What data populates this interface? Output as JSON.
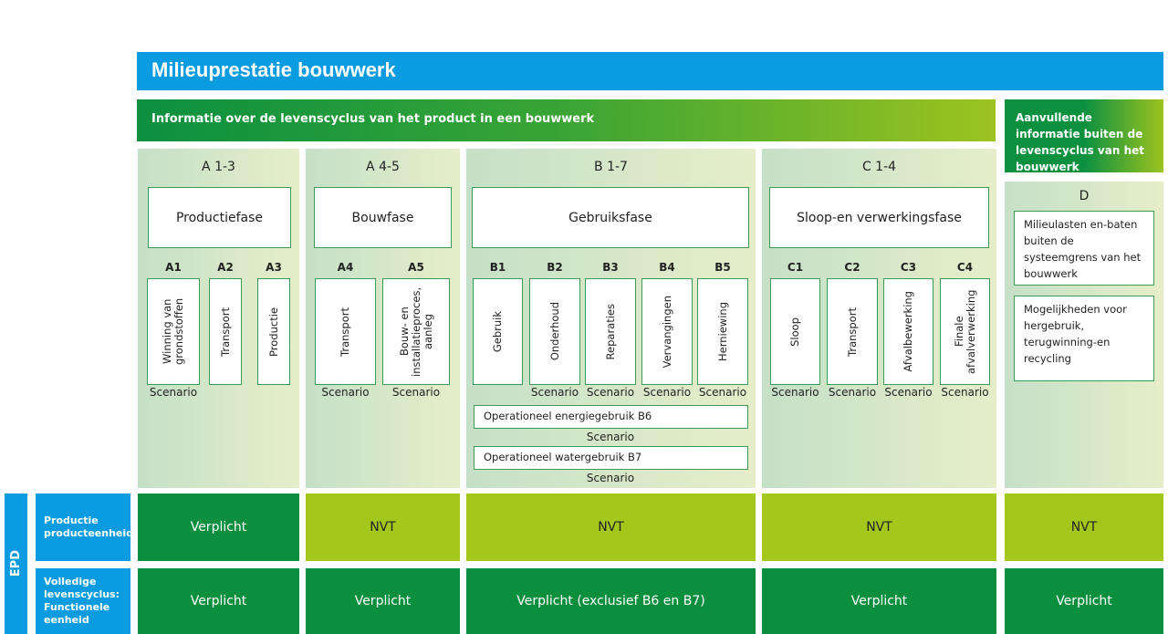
{
  "title": "Milieuprestatie bouwwerk",
  "header": "Informatie over de levenscyclus van het product in een bouwwerk",
  "header_extra": "Aanvullende informatie buiten de levenscyclus van het bouwwerk",
  "scenario": "Scenario",
  "groups": [
    {
      "code": "A 1-3",
      "phase": "Productiefase",
      "modules": [
        {
          "code": "A1",
          "label": "Winning van grondstoffen"
        },
        {
          "code": "A2",
          "label": "Transport"
        },
        {
          "code": "A3",
          "label": "Productie"
        }
      ]
    },
    {
      "code": "A 4-5",
      "phase": "Bouwfase",
      "modules": [
        {
          "code": "A4",
          "label": "Transport"
        },
        {
          "code": "A5",
          "label": "Bouw- en installatieproces, aanleg"
        }
      ]
    },
    {
      "code": "B 1-7",
      "phase": "Gebruiksfase",
      "modules": [
        {
          "code": "B1",
          "label": "Gebruik"
        },
        {
          "code": "B2",
          "label": "Onderhoud"
        },
        {
          "code": "B3",
          "label": "Reparaties"
        },
        {
          "code": "B4",
          "label": "Vervangingen"
        },
        {
          "code": "B5",
          "label": "Herniewing"
        }
      ],
      "b6": "Operationeel energiegebruik B6",
      "b7": "Operationeel watergebruik B7"
    },
    {
      "code": "C 1-4",
      "phase": "Sloop-en verwerkingsfase",
      "modules": [
        {
          "code": "C1",
          "label": "Sloop"
        },
        {
          "code": "C2",
          "label": "Transport"
        },
        {
          "code": "C3",
          "label": "Afvalbewerking"
        },
        {
          "code": "C4",
          "label": "Finale afvalverwerking"
        }
      ]
    },
    {
      "code": "D",
      "items": [
        "Milieulasten en-baten buiten de systeemgrens van het bouwwerk",
        "Mogelijkheden voor hergebruik, terugwinning-en recycling"
      ]
    }
  ],
  "epd": {
    "label": "EPD",
    "rows": [
      {
        "label": "Productie producteenheid",
        "cells": [
          "Verplicht",
          "NVT",
          "NVT",
          "NVT",
          "NVT"
        ]
      },
      {
        "label": "Volledige levenscyclus: Functionele eenheid",
        "cells": [
          "Verplicht",
          "Verplicht",
          "Verplicht (exclusief B6 en B7)",
          "Verplicht",
          "Verplicht"
        ]
      }
    ]
  },
  "colors": {
    "blue": "#0b9be0",
    "dark_green": "#0a8f3e",
    "light_green": "#a4c71b"
  }
}
